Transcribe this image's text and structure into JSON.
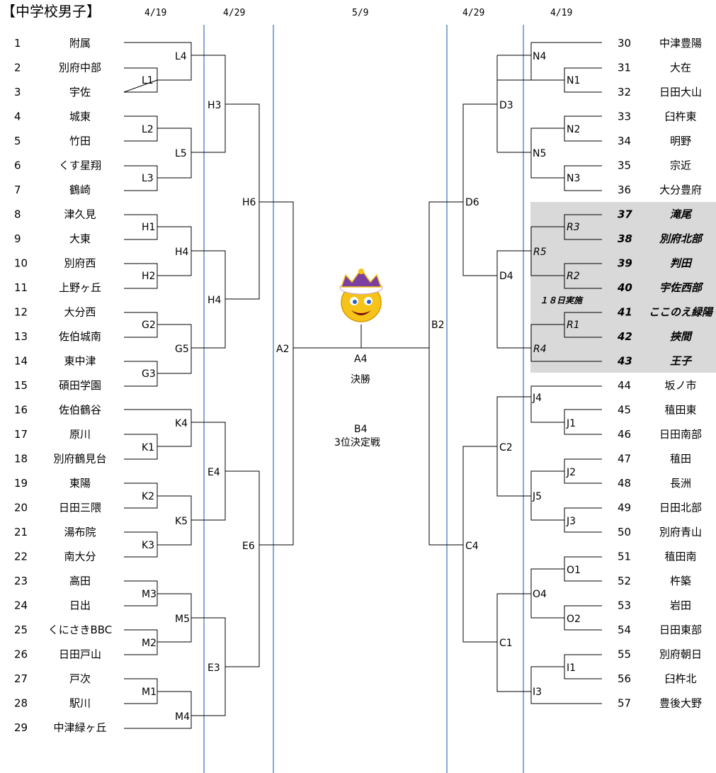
{
  "title": "【中学校男子】",
  "dates": {
    "left1": "4/19",
    "left2": "4/29",
    "center": "5/9",
    "right2": "4/29",
    "right1": "4/19"
  },
  "left_teams": [
    {
      "num": "1",
      "name": "附属"
    },
    {
      "num": "2",
      "name": "別府中部"
    },
    {
      "num": "3",
      "name": "宇佐"
    },
    {
      "num": "4",
      "name": "城東"
    },
    {
      "num": "5",
      "name": "竹田"
    },
    {
      "num": "6",
      "name": "くす星翔"
    },
    {
      "num": "7",
      "name": "鶴崎"
    },
    {
      "num": "8",
      "name": "津久見"
    },
    {
      "num": "9",
      "name": "大東"
    },
    {
      "num": "10",
      "name": "別府西"
    },
    {
      "num": "11",
      "name": "上野ヶ丘"
    },
    {
      "num": "12",
      "name": "大分西"
    },
    {
      "num": "13",
      "name": "佐伯城南"
    },
    {
      "num": "14",
      "name": "東中津"
    },
    {
      "num": "15",
      "name": "碩田学園"
    },
    {
      "num": "16",
      "name": "佐伯鶴谷"
    },
    {
      "num": "17",
      "name": "原川"
    },
    {
      "num": "18",
      "name": "別府鶴見台"
    },
    {
      "num": "19",
      "name": "東陽"
    },
    {
      "num": "20",
      "name": "日田三隈"
    },
    {
      "num": "21",
      "name": "湯布院"
    },
    {
      "num": "22",
      "name": "南大分"
    },
    {
      "num": "23",
      "name": "高田"
    },
    {
      "num": "24",
      "name": "日出"
    },
    {
      "num": "25",
      "name": "くにさきBBC"
    },
    {
      "num": "26",
      "name": "日田戸山"
    },
    {
      "num": "27",
      "name": "戸次"
    },
    {
      "num": "28",
      "name": "駅川"
    },
    {
      "num": "29",
      "name": "中津緑ヶ丘"
    }
  ],
  "right_teams": [
    {
      "num": "30",
      "name": "中津豊陽"
    },
    {
      "num": "31",
      "name": "大在"
    },
    {
      "num": "32",
      "name": "日田大山"
    },
    {
      "num": "33",
      "name": "臼杵東"
    },
    {
      "num": "34",
      "name": "明野"
    },
    {
      "num": "35",
      "name": "宗近"
    },
    {
      "num": "36",
      "name": "大分豊府"
    },
    {
      "num": "37",
      "name": "滝尾"
    },
    {
      "num": "38",
      "name": "別府北部"
    },
    {
      "num": "39",
      "name": "判田"
    },
    {
      "num": "40",
      "name": "宇佐西部"
    },
    {
      "num": "41",
      "name": "ここのえ緑陽"
    },
    {
      "num": "42",
      "name": "挾間"
    },
    {
      "num": "43",
      "name": "王子"
    },
    {
      "num": "44",
      "name": "坂ノ市"
    },
    {
      "num": "45",
      "name": "稙田東"
    },
    {
      "num": "46",
      "name": "日田南部"
    },
    {
      "num": "47",
      "name": "稙田"
    },
    {
      "num": "48",
      "name": "長洲"
    },
    {
      "num": "49",
      "name": "日田北部"
    },
    {
      "num": "50",
      "name": "別府青山"
    },
    {
      "num": "51",
      "name": "稙田南"
    },
    {
      "num": "52",
      "name": "杵築"
    },
    {
      "num": "53",
      "name": "岩田"
    },
    {
      "num": "54",
      "name": "日田東部"
    },
    {
      "num": "55",
      "name": "別府朝日"
    },
    {
      "num": "56",
      "name": "臼杵北"
    },
    {
      "num": "57",
      "name": "豊後大野"
    }
  ],
  "match_labels": {
    "L1": "L1",
    "L2": "L2",
    "L3": "L3",
    "L4": "L4",
    "L5": "L5",
    "H1": "H1",
    "H2": "H2",
    "H4a": "H4",
    "H3": "H3",
    "H4b": "H4",
    "H6": "H6",
    "G2": "G2",
    "G3": "G3",
    "G5": "G5",
    "K1": "K1",
    "K2": "K2",
    "K3": "K3",
    "K4": "K4",
    "K5": "K5",
    "E4": "E4",
    "E6": "E6",
    "M1": "M1",
    "M2": "M2",
    "M3": "M3",
    "M4": "M4",
    "M5": "M5",
    "E3": "E3",
    "A2": "A2",
    "N1": "N1",
    "N2": "N2",
    "N3": "N3",
    "N4": "N4",
    "N5": "N5",
    "D3": "D3",
    "D6": "D6",
    "D4": "D4",
    "R1": "R1",
    "R2": "R2",
    "R3": "R3",
    "R4": "R4",
    "R5": "R5",
    "J1": "J1",
    "J2": "J2",
    "J3": "J3",
    "J4": "J4",
    "J5": "J5",
    "C2": "C2",
    "O1": "O1",
    "O2": "O2",
    "O4": "O4",
    "I1": "I1",
    "I3": "I3",
    "C1": "C1",
    "C4": "C4",
    "B2": "B2"
  },
  "final": {
    "code": "A4",
    "label": "決勝"
  },
  "third_place": {
    "code": "B4",
    "label": "3位決定戦"
  },
  "note": "１８日実施",
  "colors": {
    "date_line": "#5b8ec7",
    "highlight_box": "#d9d9d9",
    "line": "#000000"
  }
}
